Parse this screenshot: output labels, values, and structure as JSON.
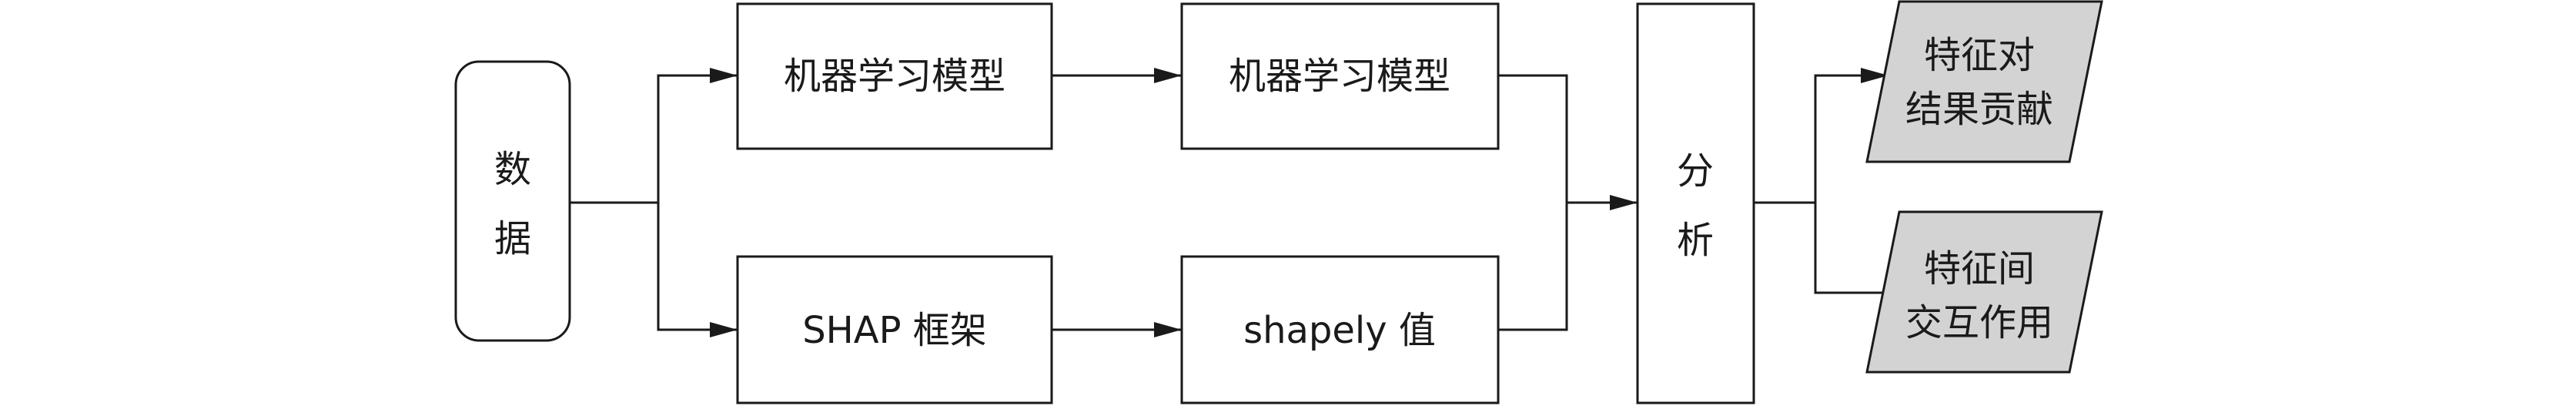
{
  "nodes": {
    "data": {
      "lines": [
        "数",
        "据"
      ]
    },
    "ml_model_1": {
      "label": "机器学习模型"
    },
    "ml_model_2": {
      "label": "机器学习模型"
    },
    "shap_framework": {
      "label": "SHAP 框架"
    },
    "shapely_value": {
      "label": "shapely 值"
    },
    "analysis": {
      "lines": [
        "分",
        "析"
      ]
    },
    "feature_contribution": {
      "lines": [
        "特征对",
        "结果贡献"
      ]
    },
    "feature_interaction": {
      "lines": [
        "特征间",
        "交互作用"
      ]
    }
  },
  "colors": {
    "stroke": "#1a1a1a",
    "output_fill": "#d3d3d3"
  }
}
